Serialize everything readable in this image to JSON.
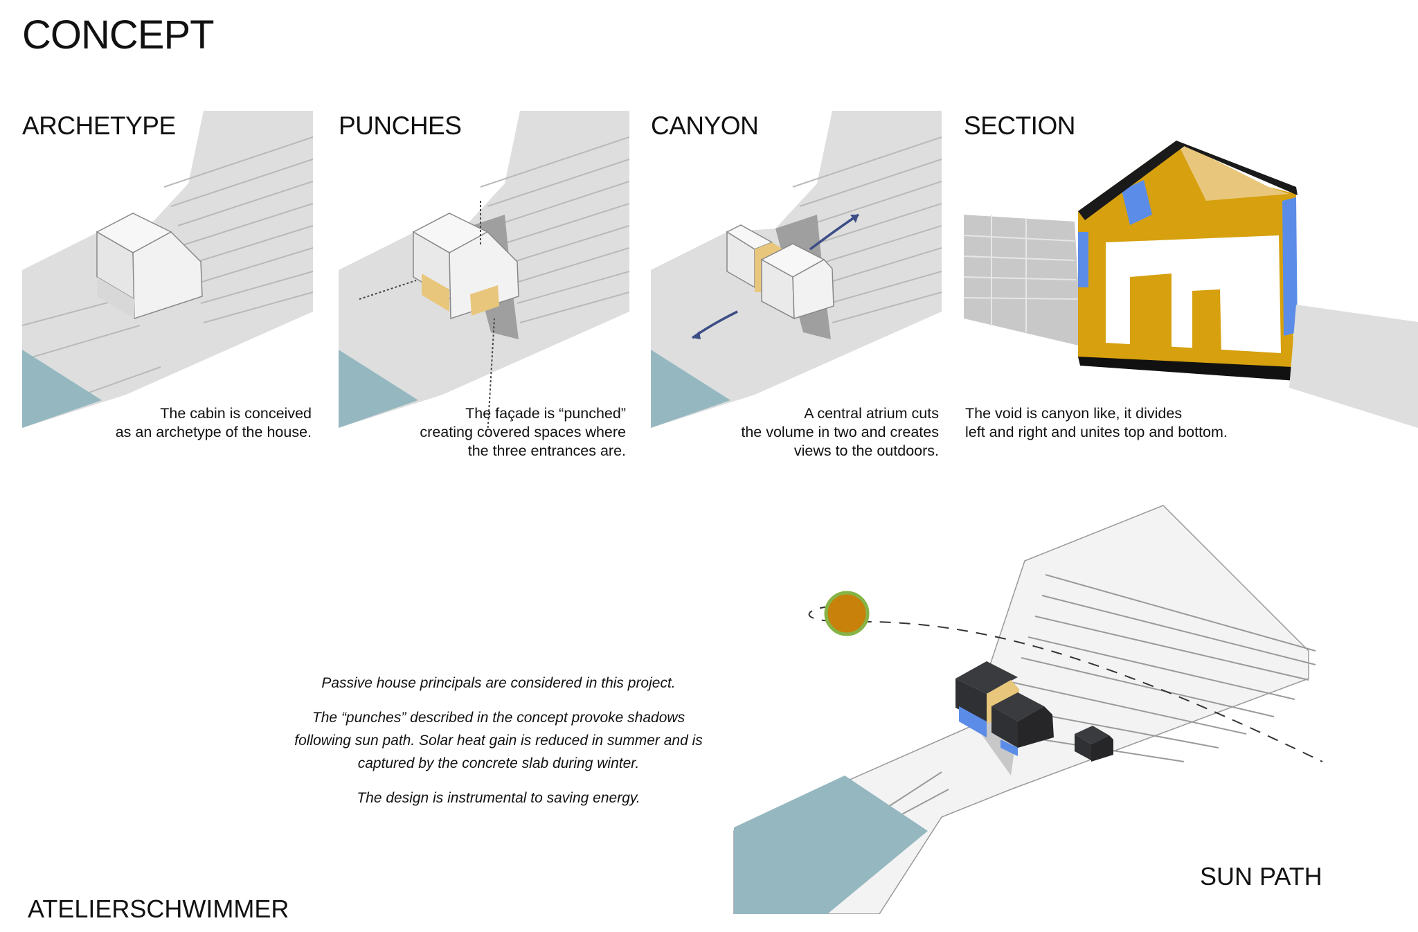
{
  "page": {
    "title": "CONCEPT"
  },
  "panels": [
    {
      "title": "ARCHETYPE",
      "caption": [
        "The cabin is conceived",
        "as an archetype of the house."
      ]
    },
    {
      "title": "PUNCHES",
      "caption": [
        "The façade is “punched”",
        "creating covered spaces where",
        "the three entrances are."
      ]
    },
    {
      "title": "CANYON",
      "caption": [
        "A central atrium cuts",
        "the volume in two and creates",
        "views to the outdoors."
      ]
    },
    {
      "title": "SECTION",
      "caption": [
        "The void is canyon like, it divides",
        "left and right and unites top and bottom."
      ]
    }
  ],
  "passive_text": {
    "p1": "Passive house principals are considered in this project.",
    "p2_lines": [
      "The “punches” described in the concept provoke shadows",
      "following sun path. Solar heat gain is reduced in summer and is",
      "captured by the concrete slab during winter."
    ],
    "p3": "The design is instrumental to saving energy."
  },
  "sun_path": {
    "title": "SUN PATH"
  },
  "brand": {
    "light": "ATELIER",
    "bold": "SCHWIMMER"
  },
  "colors": {
    "water": "#95b8c0",
    "terrain": "#dedede",
    "terrain_dark": "#c8c8c8",
    "wood": "#e8c77c",
    "interior": "#d6a00e",
    "glass": "#5b8de8",
    "arrow": "#3c4d86",
    "sun_fill": "#c8810b",
    "sun_ring": "#86b446",
    "cabin_dark": "#2f3033"
  }
}
